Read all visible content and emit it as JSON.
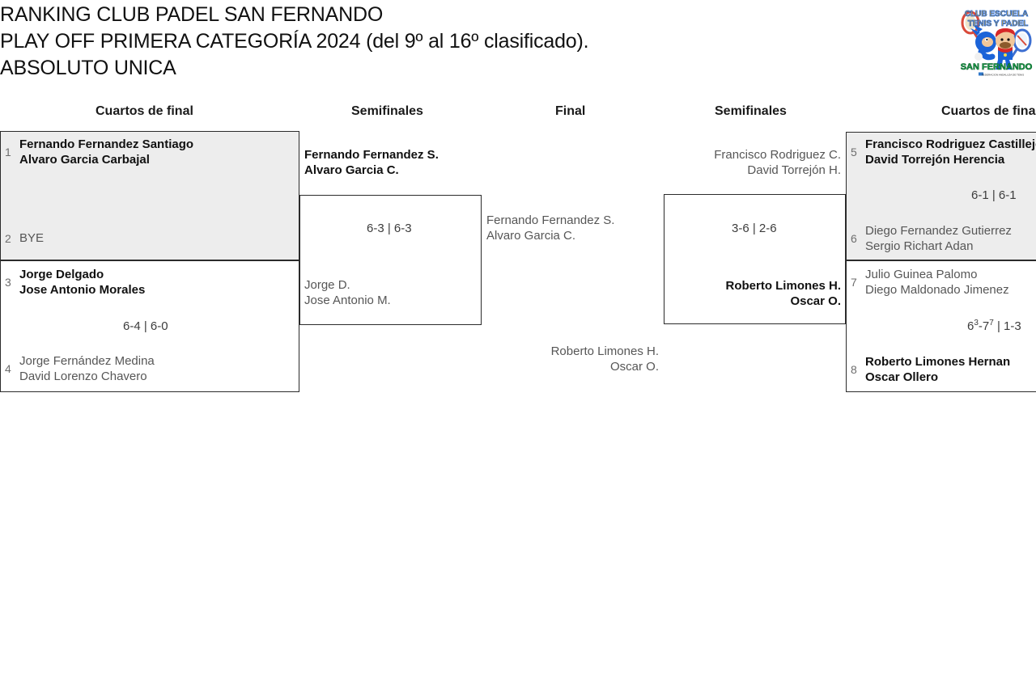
{
  "header": {
    "line1": "RANKING CLUB PADEL SAN FERNANDO",
    "line2": "PLAY OFF PRIMERA CATEGORÍA 2024 (del 9º al 16º clasificado).",
    "line3": "ABSOLUTO UNICA"
  },
  "logo": {
    "name": "club-escuela-tenis-y-padel-san-fernando-logo",
    "text_top": "CLUB ESCUELA",
    "text_mid": "TENIS Y PADEL",
    "text_bottom": "SAN FERNANDO"
  },
  "columns": {
    "qf_left": "Cuartos de final",
    "sf_left": "Semifinales",
    "final": "Final",
    "sf_right": "Semifinales",
    "qf_right": "Cuartos de final"
  },
  "bracket": {
    "qf_left": [
      {
        "match_id": "qf-left-1",
        "shaded": true,
        "top": {
          "seed": "1",
          "line1": "Fernando Fernandez Santiago",
          "line2": "Alvaro Garcia Carbajal",
          "result": "win"
        },
        "bottom": {
          "seed": "2",
          "line1": "BYE",
          "line2": "",
          "result": "bye"
        },
        "score": ""
      },
      {
        "match_id": "qf-left-2",
        "shaded": false,
        "top": {
          "seed": "3",
          "line1": "Jorge Delgado",
          "line2": "Jose Antonio Morales",
          "result": "win"
        },
        "bottom": {
          "seed": "4",
          "line1": "Jorge Fernández Medina",
          "line2": "David Lorenzo Chavero",
          "result": "lose"
        },
        "score": "6-4 | 6-0"
      }
    ],
    "sf_left": {
      "match_id": "sf-left",
      "top": {
        "line1": "Fernando Fernandez S.",
        "line2": "Alvaro Garcia C.",
        "result": "win"
      },
      "bottom": {
        "line1": "Jorge D.",
        "line2": "Jose Antonio M.",
        "result": "lose"
      },
      "score": "6-3 | 6-3"
    },
    "final": {
      "match_id": "final",
      "left_finalist": {
        "line1": "Fernando Fernandez S.",
        "line2": "Alvaro Garcia C.",
        "result": "lose"
      },
      "right_finalist": {
        "line1": "Roberto Limones H.",
        "line2": "Oscar O.",
        "result": "lose"
      },
      "score": ""
    },
    "sf_right": {
      "match_id": "sf-right",
      "top": {
        "line1": "Francisco Rodriguez C.",
        "line2": "David Torrejón H.",
        "result": "lose"
      },
      "bottom": {
        "line1": "Roberto Limones H.",
        "line2": "Oscar O.",
        "result": "win"
      },
      "score": "3-6 | 2-6"
    },
    "qf_right": [
      {
        "match_id": "qf-right-1",
        "shaded": true,
        "top": {
          "seed": "5",
          "line1": "Francisco Rodriguez Castillejo",
          "line2": "David Torrejón Herencia",
          "result": "win"
        },
        "bottom": {
          "seed": "6",
          "line1": "Diego Fernandez Gutierrez",
          "line2": "Sergio Richart Adan",
          "result": "lose"
        },
        "score": "6-1 | 6-1"
      },
      {
        "match_id": "qf-right-2",
        "shaded": false,
        "top": {
          "seed": "7",
          "line1": "Julio Guinea Palomo",
          "line2": "Diego Maldonado Jimenez",
          "result": "lose"
        },
        "bottom": {
          "seed": "8",
          "line1": "Roberto Limones Hernan",
          "line2": "Oscar Ollero",
          "result": "win"
        },
        "score_html": "6<sup>3</sup>-7<sup>7</sup> | 1-3",
        "score": "63-77 | 1-3"
      }
    ]
  }
}
